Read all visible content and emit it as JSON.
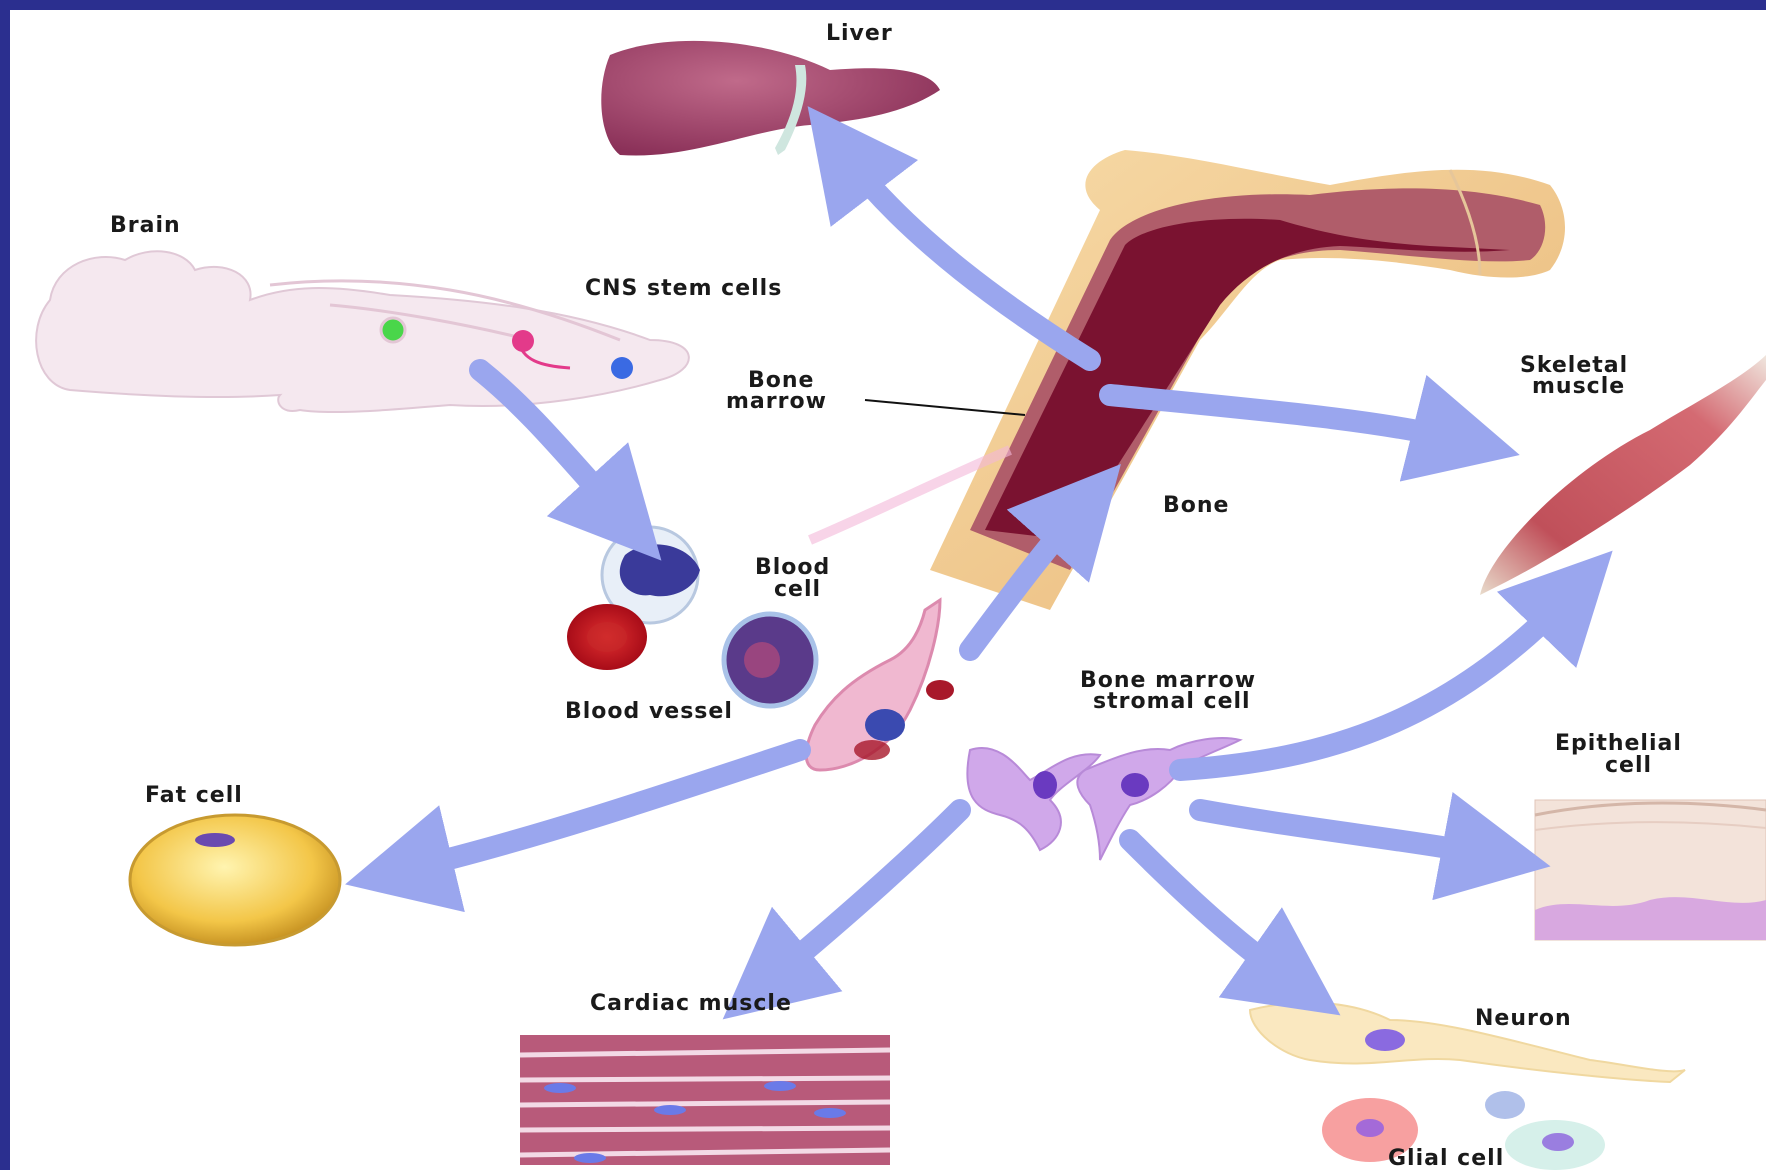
{
  "labels": {
    "liver": "Liver",
    "brain": "Brain",
    "cns_stem_cells": "CNS stem cells",
    "bone_marrow_1": "Bone",
    "bone_marrow_2": "marrow",
    "skeletal_muscle_1": "Skeletal",
    "skeletal_muscle_2": "muscle",
    "bone": "Bone",
    "blood_cell_1": "Blood",
    "blood_cell_2": "cell",
    "blood_vessel": "Blood vessel",
    "stromal_1": "Bone marrow",
    "stromal_2": "stromal cell",
    "epithelial_1": "Epithelial",
    "epithelial_2": "cell",
    "fat_cell": "Fat cell",
    "cardiac_muscle": "Cardiac muscle",
    "neuron": "Neuron",
    "glial_cell": "Glial cell"
  },
  "colors": {
    "frame": "#2b2f8f",
    "arrow": "#9aa6ee",
    "liver": "#9a3f63",
    "marrow": "#7a1230",
    "bone": "#f0c890",
    "stromal": "#c89ae6",
    "fat": "#f0c040",
    "muscle": "#c65a64"
  }
}
